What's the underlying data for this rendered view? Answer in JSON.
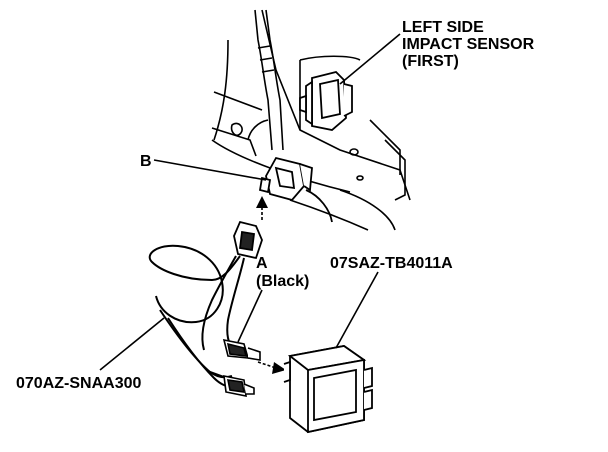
{
  "labels": {
    "sensor_line1": "LEFT SIDE",
    "sensor_line2": "IMPACT SENSOR",
    "sensor_line3": "(FIRST)",
    "connector_b": "B",
    "connector_a": "A",
    "connector_a_color": "(Black)",
    "tester_part": "07SAZ-TB4011A",
    "harness_part": "070AZ-SNAA300"
  }
}
